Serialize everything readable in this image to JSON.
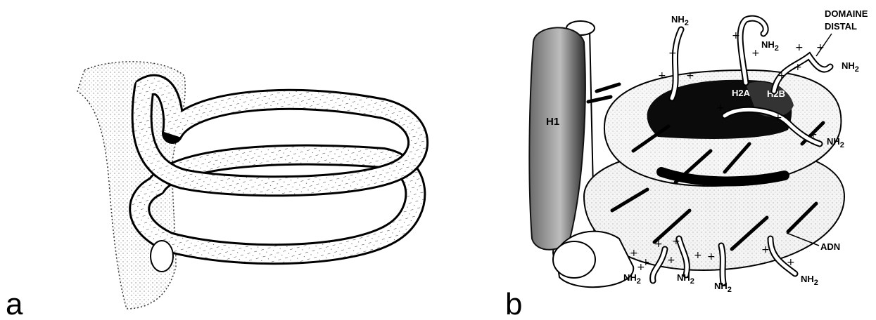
{
  "panel_a": {
    "label": "a"
  },
  "panel_b": {
    "label": "b",
    "h1_label": "H1",
    "h2a_label": "H2A",
    "h2b_label": "H2B",
    "domain_label_line1": "DOMAINE",
    "domain_label_line2": "DISTAL",
    "dna_label": "ADN",
    "nh2": "NH",
    "nh2_sub": "2",
    "plus": "+"
  }
}
